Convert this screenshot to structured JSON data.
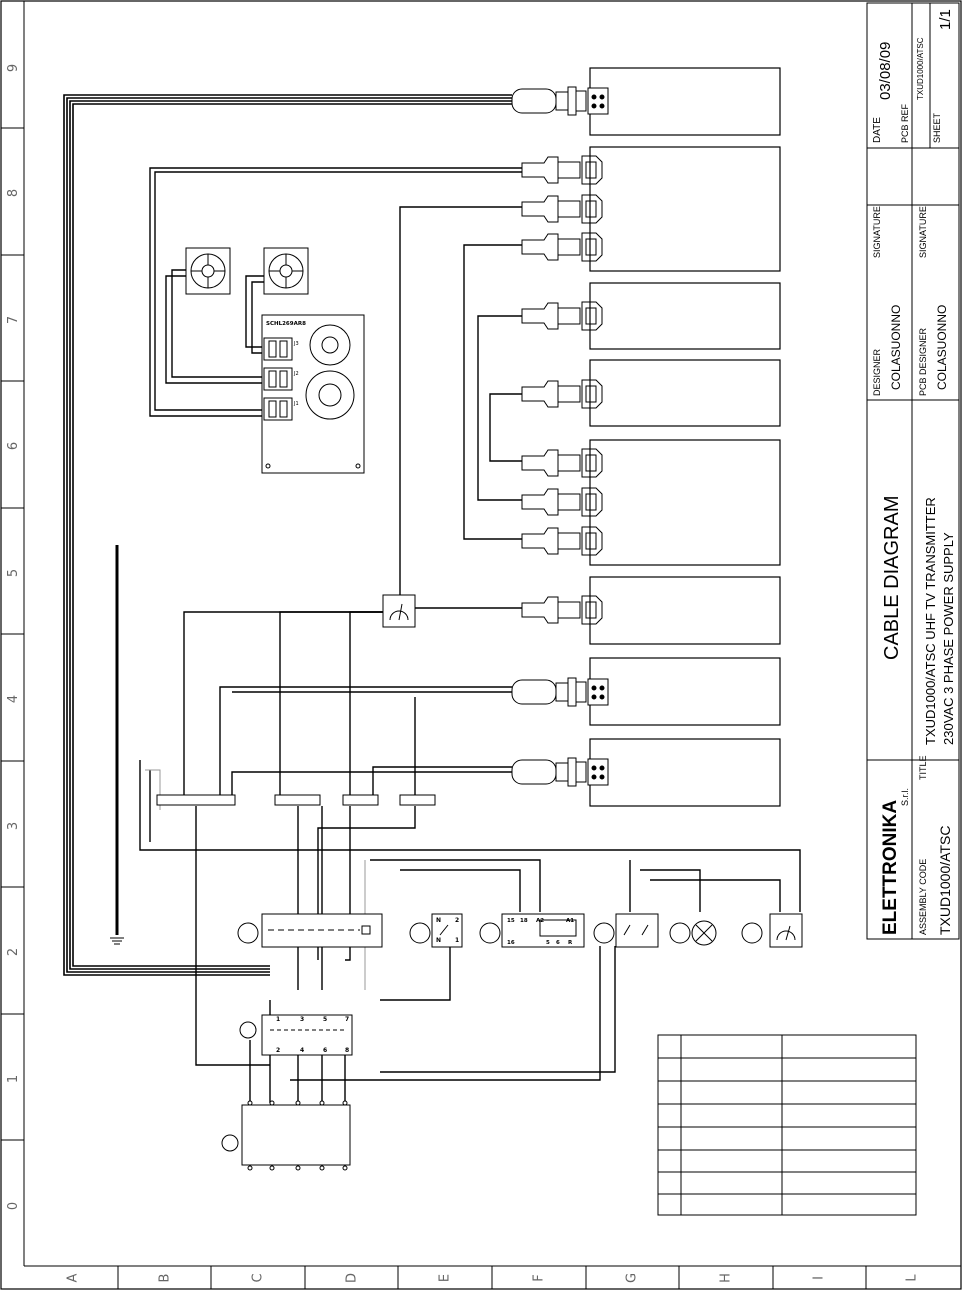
{
  "grid": {
    "rows": [
      "9",
      "8",
      "7",
      "6",
      "5",
      "4",
      "3",
      "2",
      "1",
      "0"
    ],
    "cols": [
      "A",
      "B",
      "C",
      "D",
      "E",
      "F",
      "G",
      "H",
      "I",
      "L"
    ]
  },
  "title_block": {
    "company": "ELETTRONIKA",
    "company_suffix": "S.r.l.",
    "assembly_code_label": "ASSEMBLY CODE",
    "assembly_code": "TXUD1000/ATSC",
    "title_label": "TITLE",
    "title_main": "CABLE DIAGRAM",
    "title_line1": "TXUD1000/ATSC UHF TV TRANSMITTER",
    "title_line2": "230VAC 3 PHASE POWER SUPPLY",
    "designer_label": "DESIGNER",
    "designer": "COLASUONNO",
    "pcb_designer_label": "PCB DESIGNER",
    "pcb_designer": "COLASUONNO",
    "signature_label": "SIGNATURE",
    "signature2_label": "SIGNATURE",
    "date_label": "DATE",
    "date": "03/08/09",
    "pcb_ref_label": "PCB REF",
    "pcb_ref": "TXUD1000/ATSC",
    "sheet_label": "SHEET",
    "sheet": "1/1"
  },
  "board": {
    "label": "SCHL269AR8",
    "j3": "J3",
    "j2": "J2",
    "j1": "J1"
  },
  "breaker_terminals": {
    "top": [
      "1",
      "3",
      "5",
      "7"
    ],
    "bottom": [
      "2",
      "4",
      "6",
      "8"
    ]
  },
  "relay": {
    "t15": "15",
    "t18": "18",
    "tA2": "A2",
    "tA1": "A1",
    "t16": "16",
    "b1": "5",
    "b2": "6",
    "b3": "R"
  },
  "switch_labels": {
    "n": "N",
    "t2": "2",
    "t1": "1"
  }
}
